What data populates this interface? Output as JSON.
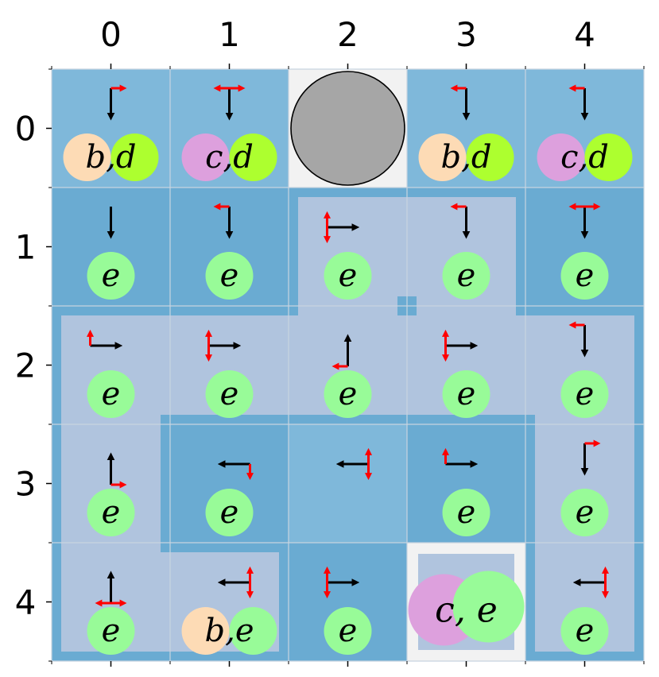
{
  "axes": {
    "columns": [
      "0",
      "1",
      "2",
      "3",
      "4"
    ],
    "rows": [
      "0",
      "1",
      "2",
      "3",
      "4"
    ]
  },
  "colors": {
    "region_dark": "#6aabd2",
    "region_mid": "#7fb8da",
    "region_light": "#b0c4de",
    "gridline": "#c8d4e0",
    "obstacle": "#a6a6a6",
    "goal_border": "#f2f2f2",
    "badge_b": "#fddbb5",
    "badge_c": "#dda0dd",
    "badge_d": "#adff2f",
    "badge_e": "#98fb98",
    "main_arrow": "#000000",
    "turn_arrow": "#ff0000"
  },
  "cells": [
    {
      "row": 0,
      "col": 0,
      "region": "mid",
      "main": "down",
      "turn": "right",
      "labels": [
        "b",
        "d"
      ]
    },
    {
      "row": 0,
      "col": 1,
      "region": "mid",
      "main": "down",
      "turn": "both-h",
      "labels": [
        "c",
        "d"
      ]
    },
    {
      "row": 0,
      "col": 2,
      "region": "obstacle",
      "main": "none",
      "turn": "none",
      "labels": []
    },
    {
      "row": 0,
      "col": 3,
      "region": "mid",
      "main": "down",
      "turn": "left",
      "labels": [
        "b",
        "d"
      ]
    },
    {
      "row": 0,
      "col": 4,
      "region": "mid",
      "main": "down",
      "turn": "left",
      "labels": [
        "c",
        "d"
      ]
    },
    {
      "row": 1,
      "col": 0,
      "region": "dark",
      "main": "down",
      "turn": "none",
      "labels": [
        "e"
      ]
    },
    {
      "row": 1,
      "col": 1,
      "region": "dark",
      "main": "down",
      "turn": "left",
      "labels": [
        "e"
      ]
    },
    {
      "row": 1,
      "col": 2,
      "region": "light",
      "main": "right",
      "turn": "both-v",
      "labels": [
        "e"
      ]
    },
    {
      "row": 1,
      "col": 3,
      "region": "light",
      "main": "down",
      "turn": "left",
      "labels": [
        "e"
      ]
    },
    {
      "row": 1,
      "col": 4,
      "region": "dark",
      "main": "down",
      "turn": "both-h",
      "labels": [
        "e"
      ]
    },
    {
      "row": 2,
      "col": 0,
      "region": "light",
      "main": "right",
      "turn": "up",
      "labels": [
        "e"
      ]
    },
    {
      "row": 2,
      "col": 1,
      "region": "light",
      "main": "right",
      "turn": "both-v",
      "labels": [
        "e"
      ]
    },
    {
      "row": 2,
      "col": 2,
      "region": "light",
      "main": "up",
      "turn": "left",
      "labels": [
        "e"
      ]
    },
    {
      "row": 2,
      "col": 3,
      "region": "light",
      "main": "right",
      "turn": "both-v",
      "labels": [
        "e"
      ]
    },
    {
      "row": 2,
      "col": 4,
      "region": "light",
      "main": "down",
      "turn": "left",
      "labels": [
        "e"
      ]
    },
    {
      "row": 3,
      "col": 0,
      "region": "light",
      "main": "up",
      "turn": "right",
      "labels": [
        "e"
      ]
    },
    {
      "row": 3,
      "col": 1,
      "region": "dark",
      "main": "left",
      "turn": "down",
      "labels": [
        "e"
      ]
    },
    {
      "row": 3,
      "col": 2,
      "region": "mid",
      "main": "left",
      "turn": "both-v",
      "labels": []
    },
    {
      "row": 3,
      "col": 3,
      "region": "dark",
      "main": "right",
      "turn": "up",
      "labels": [
        "e"
      ]
    },
    {
      "row": 3,
      "col": 4,
      "region": "light",
      "main": "down",
      "turn": "right",
      "labels": [
        "e"
      ]
    },
    {
      "row": 4,
      "col": 0,
      "region": "light",
      "main": "up",
      "turn": "both-h",
      "labels": [
        "e"
      ]
    },
    {
      "row": 4,
      "col": 1,
      "region": "light",
      "main": "left",
      "turn": "both-v",
      "labels": [
        "b",
        "e"
      ]
    },
    {
      "row": 4,
      "col": 2,
      "region": "dark",
      "main": "right",
      "turn": "both-v",
      "labels": [
        "e"
      ]
    },
    {
      "row": 4,
      "col": 3,
      "region": "goal",
      "main": "none",
      "turn": "none",
      "labels": [
        "c",
        "e"
      ]
    },
    {
      "row": 4,
      "col": 4,
      "region": "light",
      "main": "left",
      "turn": "both-v",
      "labels": [
        "e"
      ]
    }
  ]
}
